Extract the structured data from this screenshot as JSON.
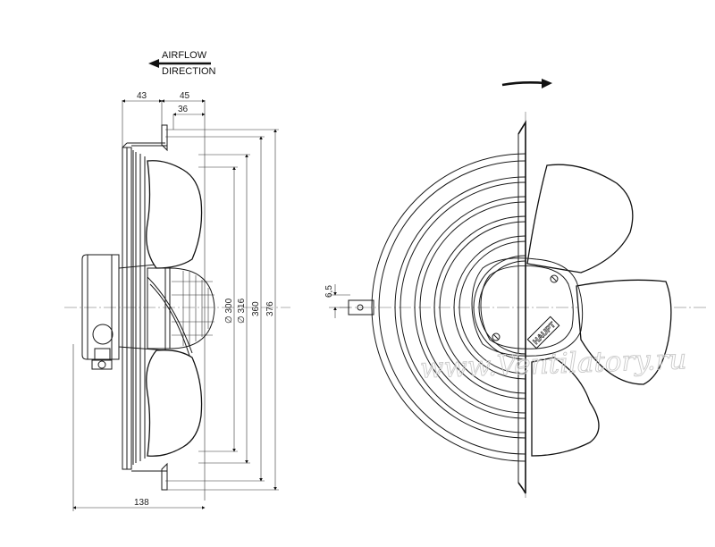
{
  "airflow": {
    "line1": "AIRFLOW",
    "line2": "DIRECTION"
  },
  "dimensions": {
    "d43": "43",
    "d45": "45",
    "d36": "36",
    "d138": "138",
    "dia300": "∅ 300",
    "dia316": "∅ 316",
    "h360": "360",
    "h376": "376",
    "d6_5": "6,5"
  },
  "brand_plate": "HAUPT",
  "watermark": "www.Ventilatory.ru",
  "icons": [
    "airflow-arrow-left-icon",
    "rotation-arrow-right-icon"
  ]
}
